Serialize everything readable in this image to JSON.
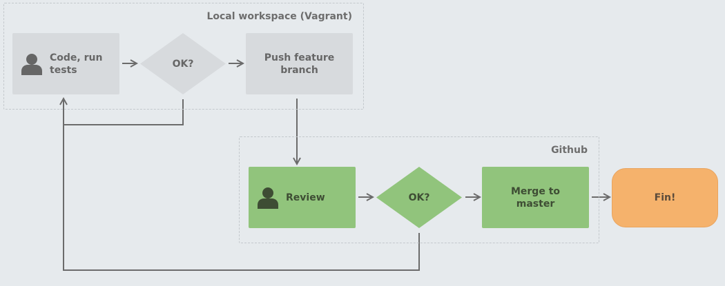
{
  "groups": {
    "local": {
      "label": "Local workspace (Vagrant)"
    },
    "github": {
      "label": "Github"
    }
  },
  "nodes": {
    "code": {
      "label": "Code, run tests",
      "icon": "person-icon"
    },
    "ok_local": {
      "label": "OK?"
    },
    "push": {
      "label": "Push feature branch"
    },
    "review": {
      "label": "Review",
      "icon": "person-icon"
    },
    "ok_review": {
      "label": "OK?"
    },
    "merge": {
      "label": "Merge to master"
    },
    "fin": {
      "label": "Fin!"
    }
  },
  "edges": [
    {
      "from": "code",
      "to": "ok_local"
    },
    {
      "from": "ok_local",
      "to": "push"
    },
    {
      "from": "ok_local",
      "to": "code"
    },
    {
      "from": "push",
      "to": "review"
    },
    {
      "from": "review",
      "to": "ok_review"
    },
    {
      "from": "ok_review",
      "to": "merge"
    },
    {
      "from": "merge",
      "to": "fin"
    },
    {
      "from": "ok_review",
      "to": "code"
    }
  ],
  "colors": {
    "background": "#e6eaed",
    "local_node": "#d7dadd",
    "github_node": "#91c47c",
    "terminal": "#f5b26c",
    "connector": "#6b6b6b",
    "group_border": "#c3c8cc"
  }
}
